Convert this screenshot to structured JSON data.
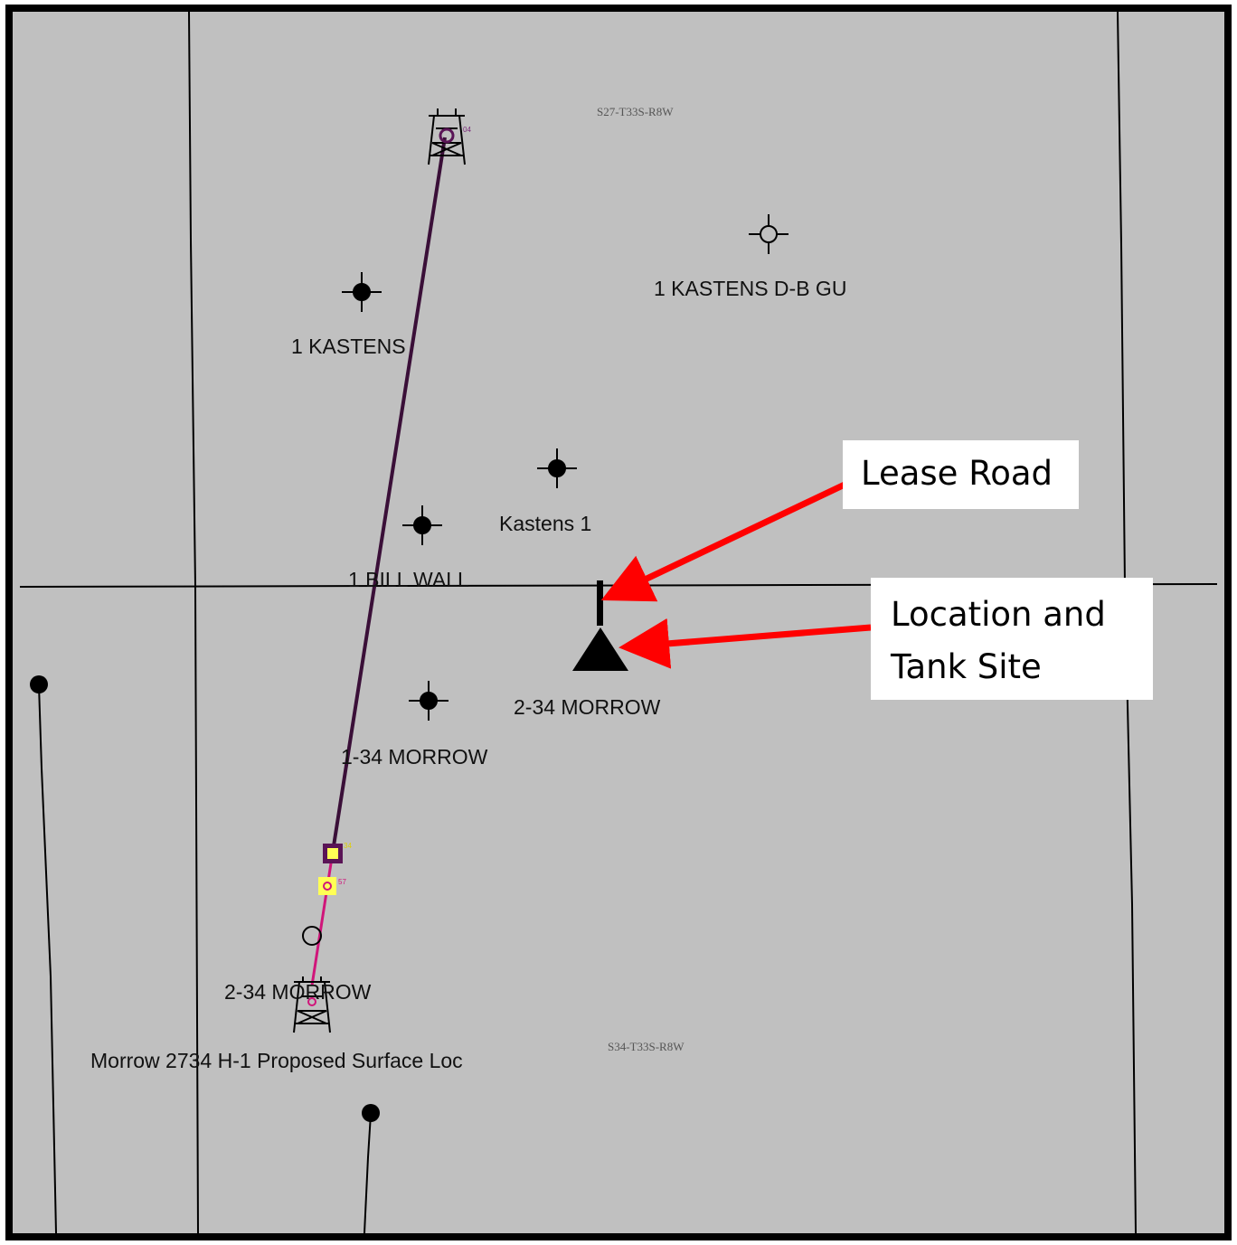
{
  "map": {
    "background": "#c0c0c0",
    "section_labels": {
      "north": "S27-T33S-R8W",
      "south": "S34-T33S-R8W"
    },
    "well_labels": {
      "kastens_1": "1 KASTENS",
      "kastens_db_gu": "1 KASTENS D-B GU",
      "kastens_one": "Kastens 1",
      "bill_wall": "1 BILL WALL",
      "morrow_2_34_east": "2-34 MORROW",
      "morrow_1_34": "1-34 MORROW",
      "morrow_2_34_west": "2-34 MORROW",
      "proposed_surface": "Morrow 2734 H-1 Proposed Surface Loc"
    },
    "marker_labels": {
      "bottom_rig": "04",
      "square_1": "34",
      "square_2": "57"
    },
    "colors": {
      "wellbore_path": "#3a0f38",
      "wellbore_path_lower": "#d0157a",
      "marker_square": "#5a1456",
      "marker_yellow": "#ffff55",
      "arrow": "#ff0000"
    }
  },
  "callouts": {
    "lease_road": "Lease Road",
    "location_line1": "Location and",
    "location_line2": "Tank Site"
  }
}
